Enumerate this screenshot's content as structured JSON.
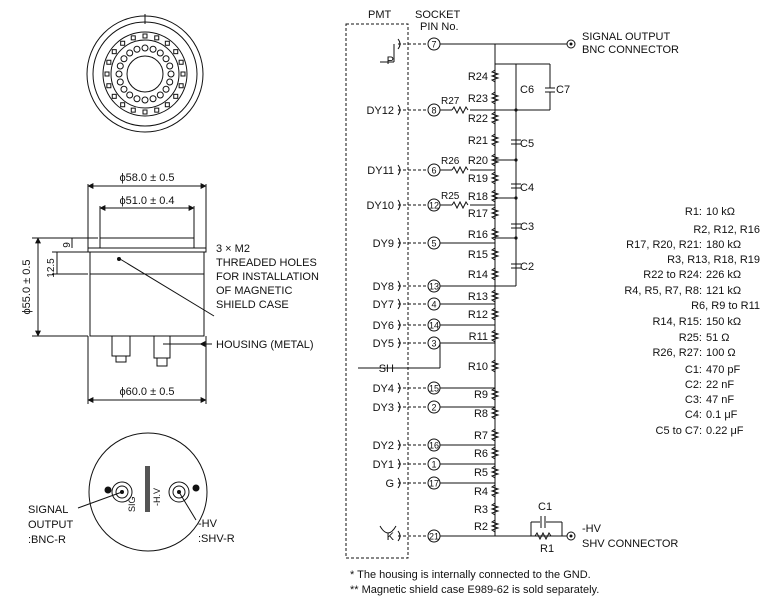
{
  "drawing": {
    "dim_58": "ϕ58.0 ± 0.5",
    "dim_51": "ϕ51.0 ± 0.4",
    "dim_60": "ϕ60.0 ± 0.5",
    "dim_55": "ϕ55.0 ± 0.5",
    "dim_12_5": "12.5",
    "dim_9": "9",
    "holes_note": [
      "3 × M2",
      "THREADED HOLES",
      "FOR INSTALLATION",
      "OF MAGNETIC",
      "SHIELD CASE"
    ],
    "housing": "HOUSING (METAL)",
    "signal_output": [
      "SIGNAL",
      "OUTPUT",
      ":BNC-R"
    ],
    "hv": [
      "-HV",
      ":SHV-R"
    ],
    "connector_labels": [
      "-H.V",
      "SIG"
    ]
  },
  "circuit": {
    "pmt_label": "PMT",
    "socket_label": [
      "SOCKET",
      "PIN No."
    ],
    "signal_out": [
      "SIGNAL OUTPUT",
      "BNC CONNECTOR"
    ],
    "shv": [
      "-HV",
      "SHV CONNECTOR"
    ],
    "pins": [
      {
        "label": "P",
        "pin": "7"
      },
      {
        "label": "DY12",
        "pin": "8"
      },
      {
        "label": "DY11",
        "pin": "6"
      },
      {
        "label": "DY10",
        "pin": "12"
      },
      {
        "label": "DY9",
        "pin": "5"
      },
      {
        "label": "DY8",
        "pin": "13"
      },
      {
        "label": "DY7",
        "pin": "4"
      },
      {
        "label": "DY6",
        "pin": "14"
      },
      {
        "label": "DY5",
        "pin": "3"
      },
      {
        "label": "SH",
        "pin": ""
      },
      {
        "label": "DY4",
        "pin": "15"
      },
      {
        "label": "DY3",
        "pin": "2"
      },
      {
        "label": "DY2",
        "pin": "16"
      },
      {
        "label": "DY1",
        "pin": "1"
      },
      {
        "label": "G",
        "pin": "17"
      },
      {
        "label": "K",
        "pin": "21"
      }
    ],
    "resistors": [
      "R24",
      "R23",
      "R22",
      "R21",
      "R20",
      "R19",
      "R18",
      "R17",
      "R16",
      "R15",
      "R14",
      "R13",
      "R12",
      "R11",
      "R10",
      "R9",
      "R8",
      "R7",
      "R6",
      "R5",
      "R4",
      "R3",
      "R2",
      "R1"
    ],
    "series_resistors": [
      "R27",
      "R26",
      "R25"
    ],
    "capacitors": [
      "C6",
      "C7",
      "C5",
      "C4",
      "C3",
      "C2",
      "C1"
    ]
  },
  "values": [
    {
      "name": "R1:",
      "value": "10 kΩ"
    },
    {
      "name": "R2, R12, R16",
      "value": ""
    },
    {
      "name": "R17, R20, R21:",
      "value": "180 kΩ"
    },
    {
      "name": "R3, R13, R18, R19",
      "value": ""
    },
    {
      "name": "R22 to R24:",
      "value": "226 kΩ"
    },
    {
      "name": "R4, R5, R7, R8:",
      "value": "121 kΩ"
    },
    {
      "name": "R6, R9 to R11",
      "value": ""
    },
    {
      "name": "R14, R15:",
      "value": "150 kΩ"
    },
    {
      "name": "R25:",
      "value": "51 Ω"
    },
    {
      "name": "R26, R27:",
      "value": "100 Ω"
    },
    {
      "name": "C1:",
      "value": "470 pF"
    },
    {
      "name": "C2:",
      "value": "22 nF"
    },
    {
      "name": "C3:",
      "value": "47 nF"
    },
    {
      "name": "C4:",
      "value": "0.1 μF"
    },
    {
      "name": "C5 to C7:",
      "value": "0.22 μF"
    }
  ],
  "notes": [
    "*  The housing is internally connected to the GND.",
    "** Magnetic shield case E989-62 is sold separately."
  ]
}
